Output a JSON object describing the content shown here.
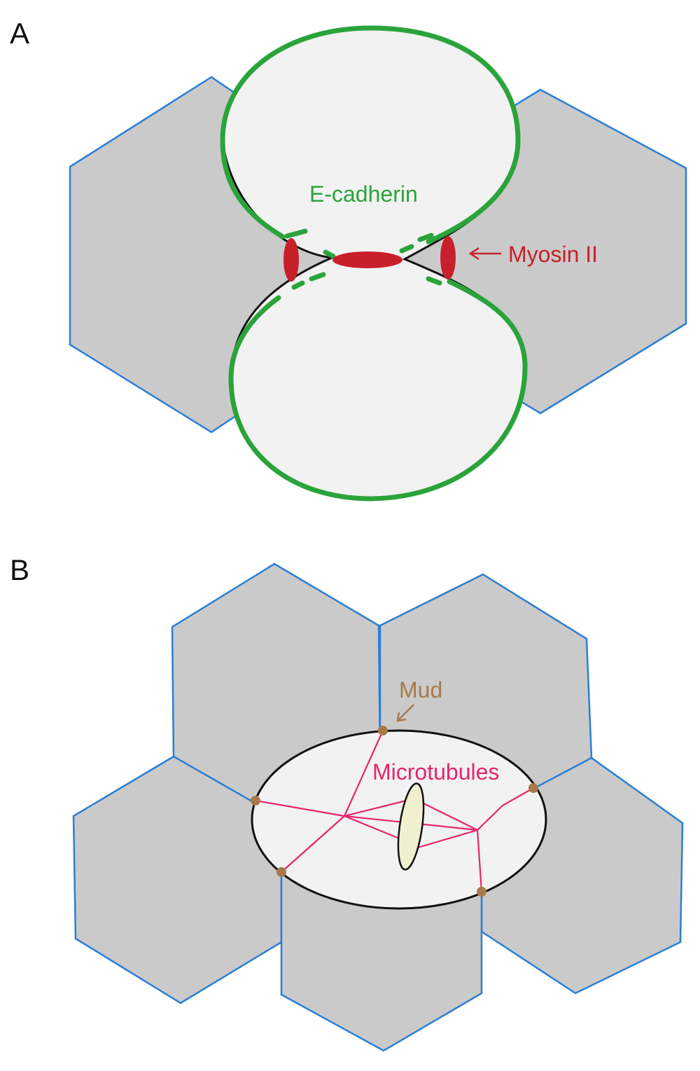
{
  "panels": {
    "a": {
      "letter": "A",
      "ecadherin_label": "E-cadherin",
      "myosin_label": "Myosin II"
    },
    "b": {
      "letter": "B",
      "mud_label": "Mud",
      "microtubules_label": "Microtubules"
    }
  },
  "colors": {
    "cell_fill": "#cacaca",
    "cell_border": "#2a7fd4",
    "dividing_cell_fill": "#f2f2f2",
    "membrane": "#111111",
    "ecadherin": "#2aa43a",
    "myosin": "#c8202a",
    "microtubules": "#e8246e",
    "mud": "#a87a4a",
    "spindle": "#f0f0d0"
  }
}
